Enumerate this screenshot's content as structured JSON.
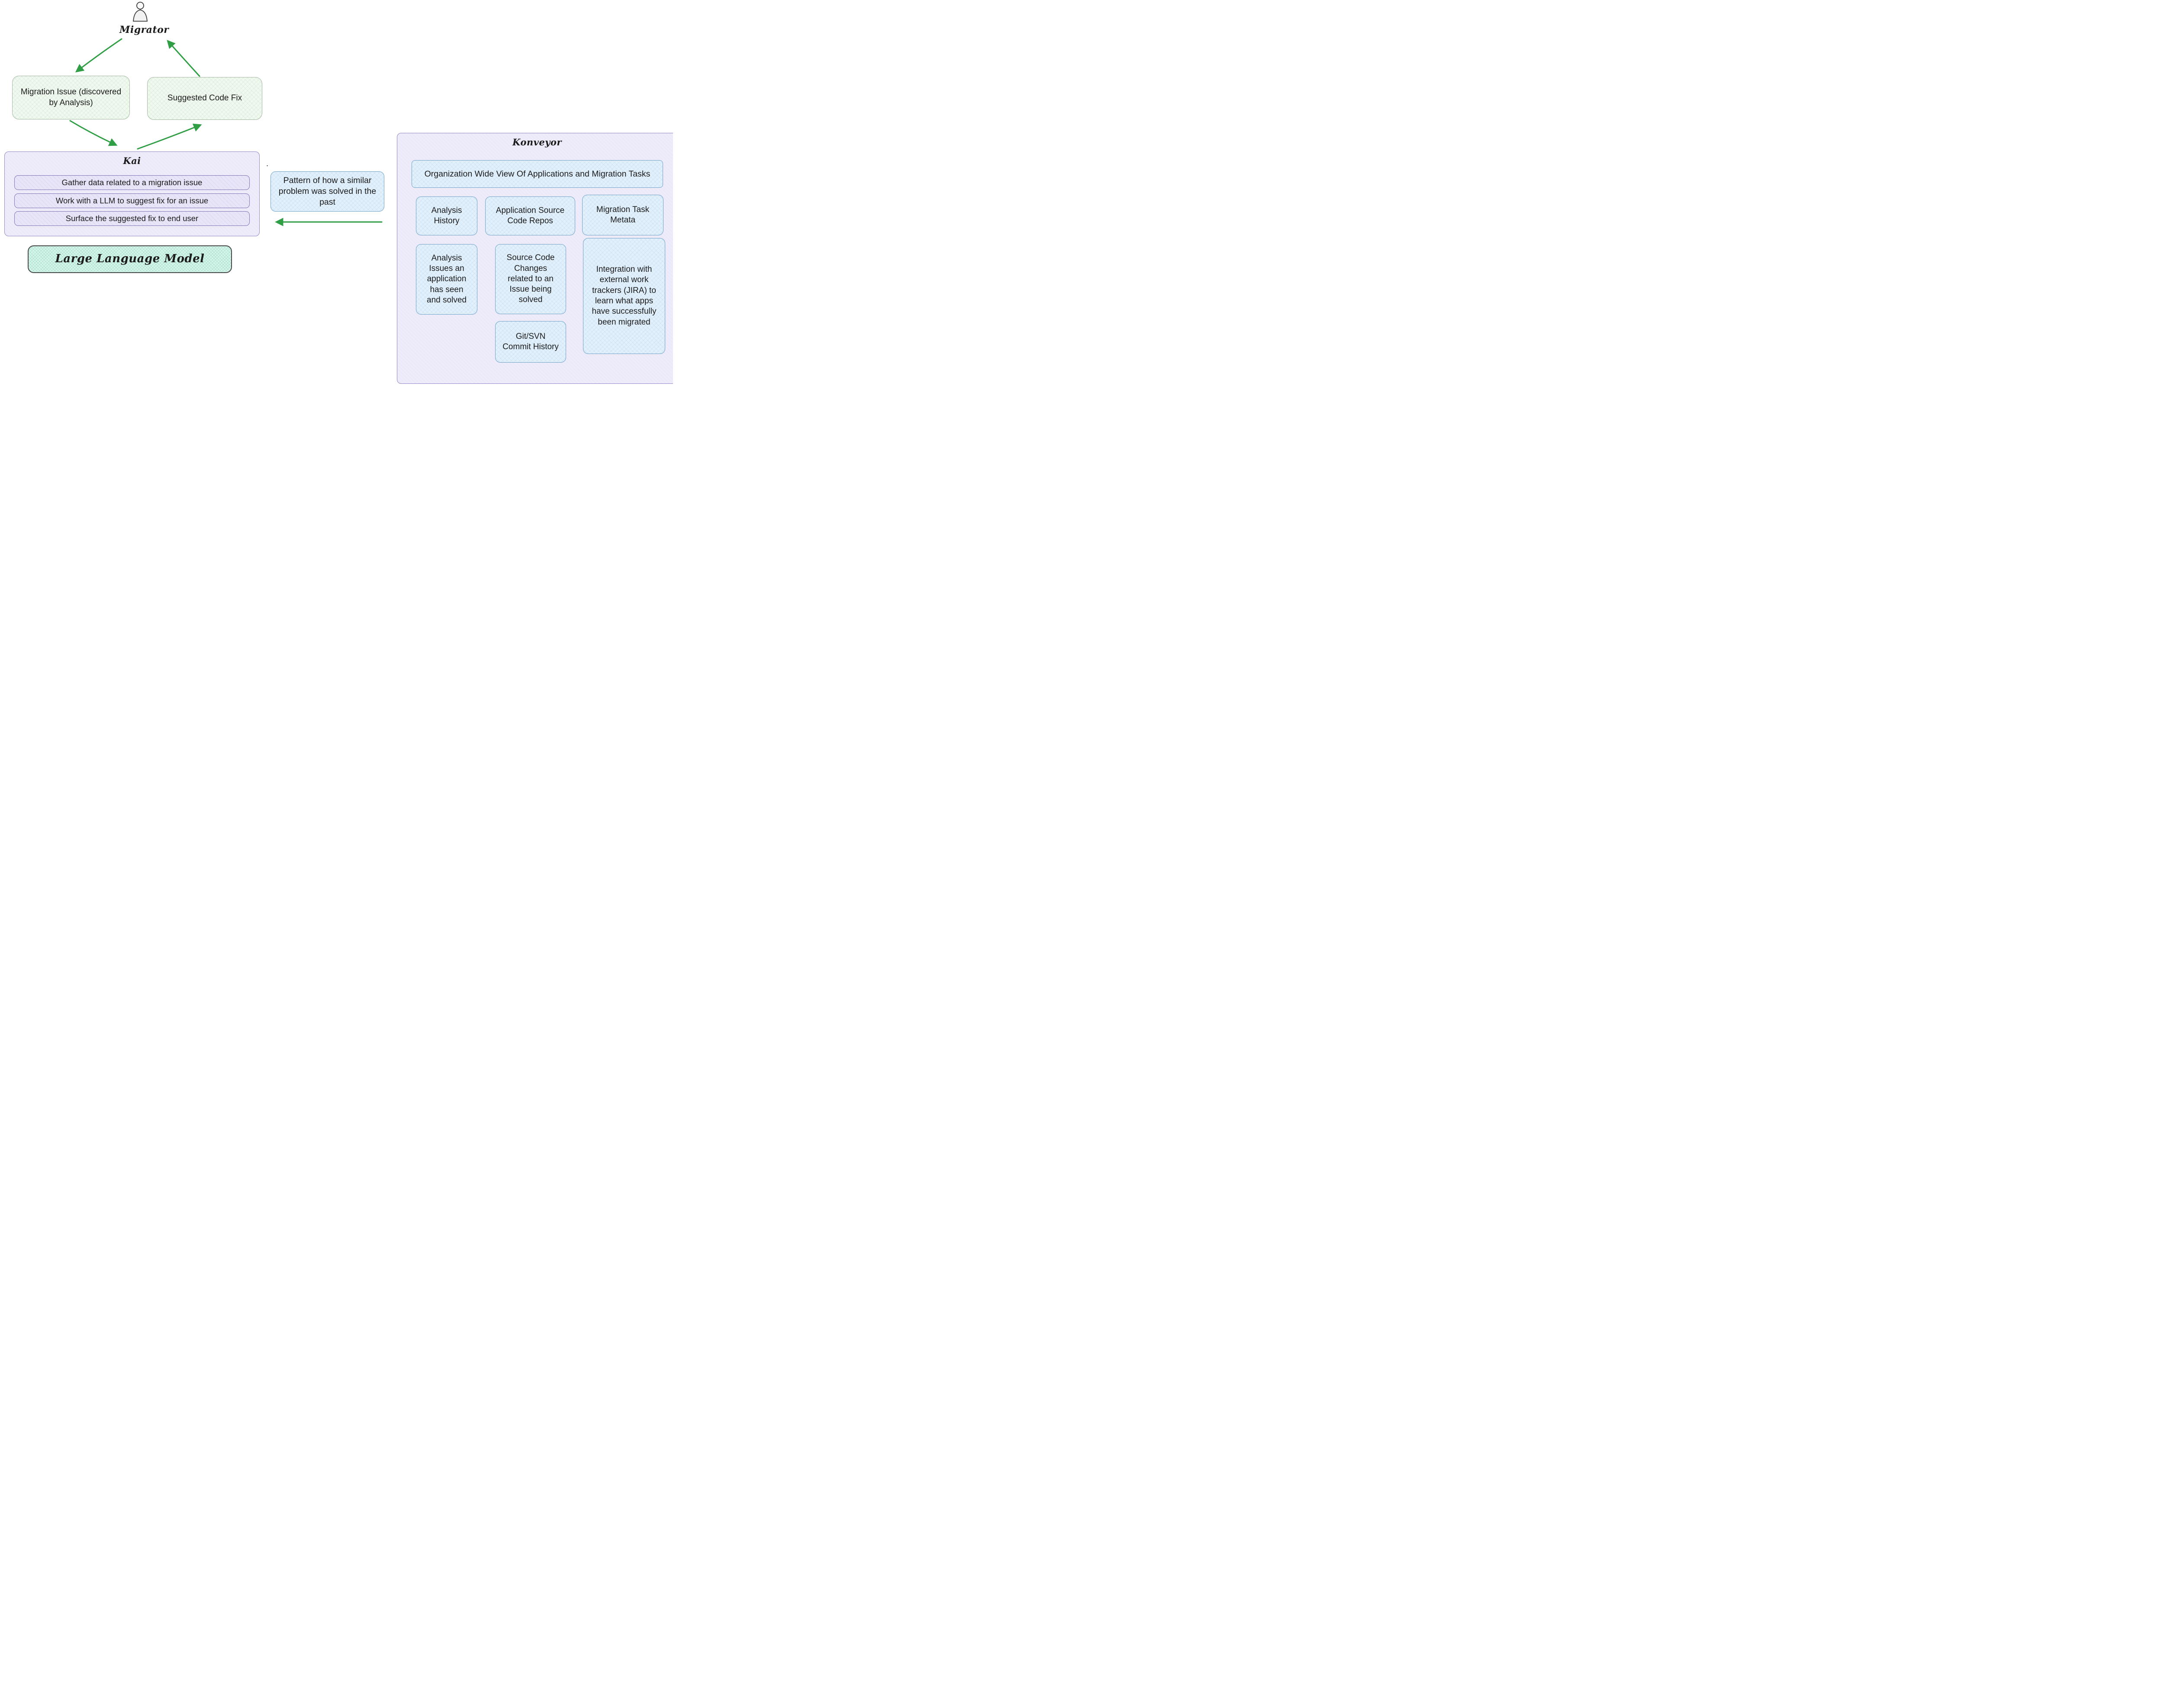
{
  "actor": {
    "label": "Migrator"
  },
  "flow": {
    "migration_issue": "Migration Issue (discovered by Analysis)",
    "suggested_fix": "Suggested Code Fix"
  },
  "kai": {
    "title": "Kai",
    "steps": [
      "Gather data related to a migration issue",
      "Work with a LLM to suggest fix for an issue",
      "Surface the suggested fix to end user"
    ]
  },
  "llm": {
    "label": "Large Language Model"
  },
  "pattern": {
    "label": "Pattern of how a similar problem was solved in the past"
  },
  "konveyor": {
    "title": "Konveyor",
    "org_view": "Organization Wide View Of Applications and Migration Tasks",
    "boxes": {
      "analysis_history": "Analysis History",
      "app_source_repos": "Application Source Code Repos",
      "migration_task_meta": "Migration Task Metata",
      "analysis_issues": "Analysis Issues an application has seen and solved",
      "source_changes": "Source Code Changes related to an Issue being solved",
      "integration": "Integration with external work trackers (JIRA) to learn what apps have successfully been migrated",
      "git_history": "Git/SVN Commit History"
    }
  },
  "stray": {
    "mark": "."
  },
  "colors": {
    "arrow_green": "#2f9e44",
    "green_fill": "#f0f8f0",
    "green_border": "#a3b8a3",
    "lavender_fill": "#eeecfa",
    "lavender_border": "#8f88c2",
    "row_fill": "#e9e5f8",
    "row_border": "#7d74b8",
    "blue_fill": "#e2f0fb",
    "blue_border": "#6ea3cb",
    "mint_fill": "#d6f4e8",
    "mint_border": "#474747",
    "text": "#1b1b1b"
  }
}
